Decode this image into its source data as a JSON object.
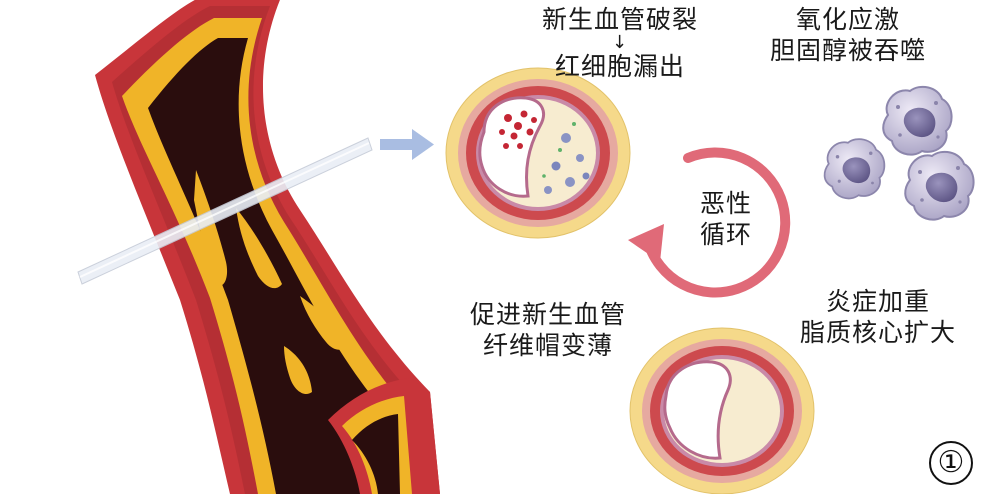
{
  "labels": {
    "top_center_line1": "新生血管破裂",
    "top_center_arrow": "↓",
    "top_center_line2": "红细胞漏出",
    "top_right_line1": "氧化应激",
    "top_right_line2": "胆固醇被吞噬",
    "cycle_line1": "恶性",
    "cycle_line2": "循环",
    "right_mid_line1": "炎症加重",
    "right_mid_line2": "脂质核心扩大",
    "left_mid_line1": "促进新生血管",
    "left_mid_line2": "纤维帽变薄",
    "badge": "①"
  },
  "colors": {
    "vessel_wall": "#c8353a",
    "plaque": "#f0b428",
    "lumen_dark": "#2a0d0d",
    "adventitia": "#f5d98a",
    "cycle_arrow": "#e06a78",
    "pointer_arrow": "#a9bde2",
    "macrophage": "#b9b4cf"
  },
  "icons": [
    "cycle-arrow-icon",
    "pointer-arrow-icon",
    "macrophage-icon"
  ]
}
